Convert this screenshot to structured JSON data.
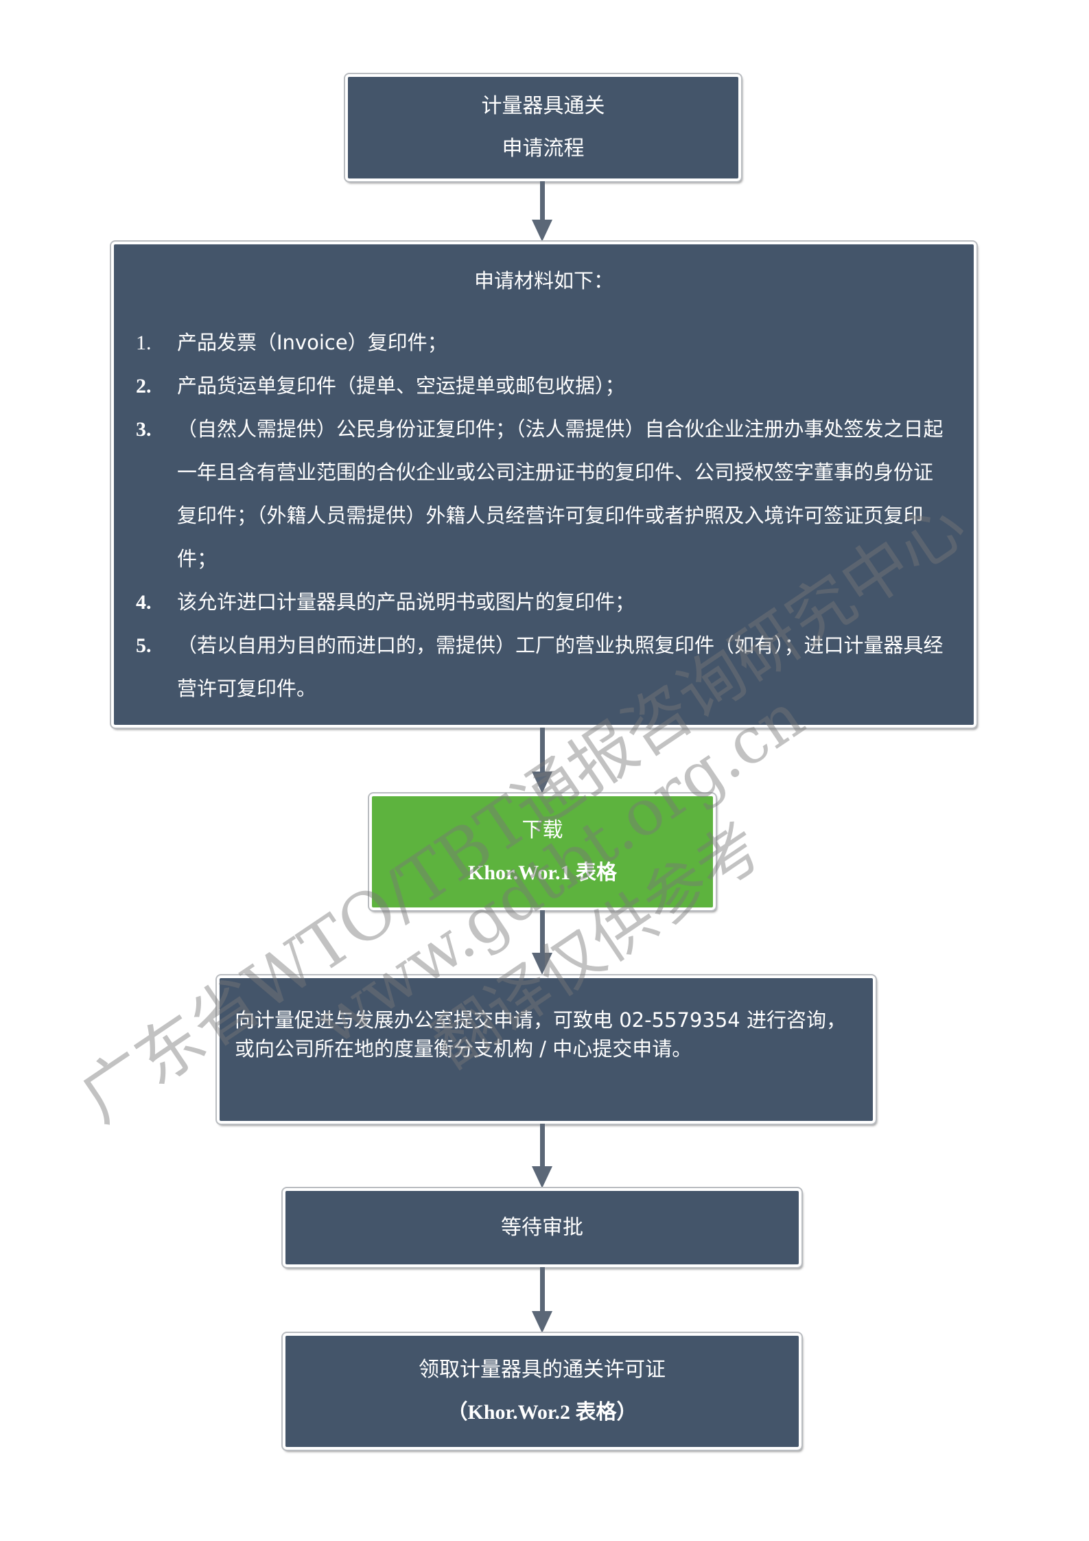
{
  "title_box": {
    "line1": "计量器具通关",
    "line2": "申请流程"
  },
  "materials": {
    "heading": "申请材料如下：",
    "items": [
      {
        "num": "1.",
        "text": "产品发票（Invoice）复印件；"
      },
      {
        "num": "2.",
        "text": "产品货运单复印件（提单、空运提单或邮包收据）；"
      },
      {
        "num": "3.",
        "text": "（自然人需提供）公民身份证复印件；（法人需提供）自合伙企业注册办事处签发之日起一年且含有营业范围的合伙企业或公司注册证书的复印件、公司授权签字董事的身份证复印件；（外籍人员需提供）外籍人员经营许可复印件或者护照及入境许可签证页复印件；"
      },
      {
        "num": "4.",
        "text": "该允许进口计量器具的产品说明书或图片的复印件；"
      },
      {
        "num": "5.",
        "text": "（若以自用为目的而进口的，需提供）工厂的营业执照复印件（如有）；进口计量器具经营许可复印件。"
      }
    ]
  },
  "download_box": {
    "line1": "下载",
    "line2": "Khor.Wor.1 表格"
  },
  "submit_box": {
    "line1": "向计量促进与发展办公室提交申请，可致电 02-5579354 进行咨询，",
    "line2": "或向公司所在地的度量衡分支机构 / 中心提交申请。"
  },
  "wait_box": {
    "label": "等待审批"
  },
  "final_box": {
    "line1": "领取计量器具的通关许可证",
    "line2": "（Khor.Wor.2 表格）"
  },
  "watermark": {
    "line1": "广东省WTO/TBT通报咨询研究中心",
    "line2": "www.gdtbt.org.cn",
    "line3": "翻译仅供参考"
  },
  "colors": {
    "box": "#44556a",
    "download": "#5db33e",
    "arrow": "#5b6777"
  }
}
